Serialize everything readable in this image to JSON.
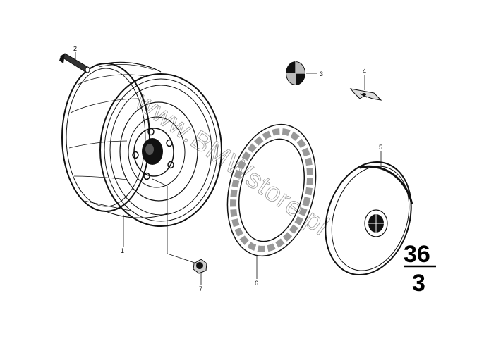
{
  "diagram": {
    "callouts": [
      {
        "id": "1",
        "label": "1"
      },
      {
        "id": "2",
        "label": "2"
      },
      {
        "id": "3",
        "label": "3"
      },
      {
        "id": "4",
        "label": "4"
      },
      {
        "id": "5",
        "label": "5"
      },
      {
        "id": "6",
        "label": "6"
      },
      {
        "id": "7",
        "label": "7"
      }
    ],
    "group_number": {
      "top": "36",
      "bottom": "3"
    },
    "watermark": "www.BMWstore.pl"
  }
}
